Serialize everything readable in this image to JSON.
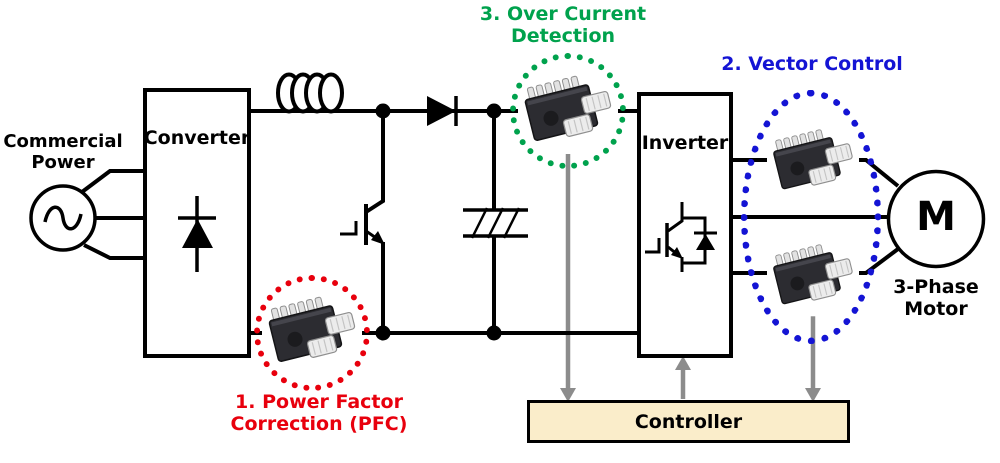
{
  "diagram": {
    "power_source": {
      "label": "Commercial Power"
    },
    "converter": {
      "label": "Converter"
    },
    "inverter": {
      "label": "Inverter"
    },
    "controller": {
      "label": "Controller",
      "fill": "#faedca"
    },
    "motor": {
      "symbol": "M",
      "label": "3-Phase Motor"
    },
    "annotations": {
      "pfc": {
        "label": "1. Power Factor Correction (PFC)",
        "color": "#e8000d"
      },
      "vector_control": {
        "label": "2. Vector Control",
        "color": "#1414d4"
      },
      "over_current": {
        "label": "3. Over Current Detection",
        "color": "#00a24d"
      }
    },
    "icons": {
      "ac_source": "sine-wave-circle-icon",
      "inductor": "coil-icon",
      "rectifier_diode": "diode-up-icon",
      "boost_diode": "diode-right-icon",
      "igbt": "igbt-icon",
      "dc_link_capacitor": "hatched-capacitor-icon",
      "inverter_igbt": "igbt-freewheel-diode-icon",
      "power_ic": "power-ic-chip-icon"
    },
    "colors": {
      "wire": "#000000",
      "signal_arrow": "#8c8c8c"
    }
  }
}
